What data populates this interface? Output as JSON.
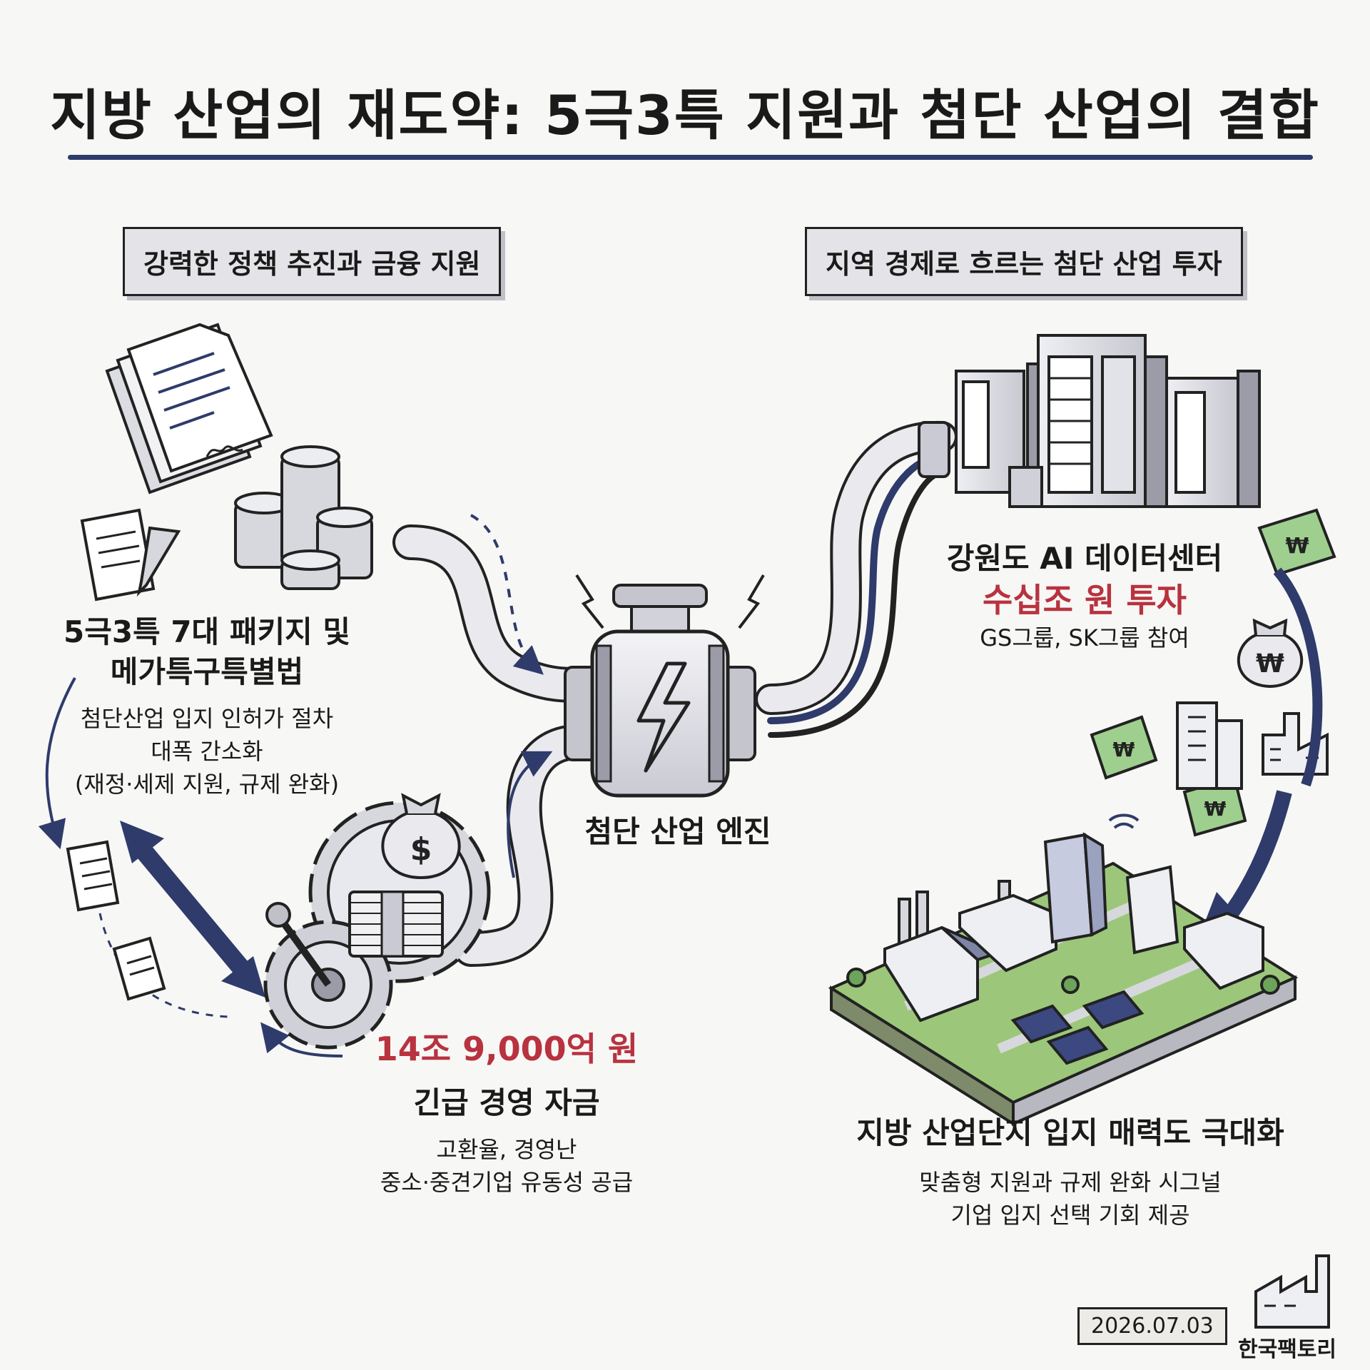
{
  "title": "지방 산업의 재도약: 5극3특 지원과 첨단 산업의 결합",
  "sections": {
    "left": "강력한 정책 추진과 금융 지원",
    "right": "지역 경제로 흐르는 첨단 산업 투자"
  },
  "policy": {
    "title_line1": "5극3특 7대 패키지 및",
    "title_line2": "메가특구특별법",
    "desc_line1": "첨단산업 입지 인허가 절차",
    "desc_line2": "대폭 간소화",
    "desc_line3": "(재정·세제 지원, 규제 완화)"
  },
  "funding": {
    "amount": "14조 9,000억 원",
    "title": "긴급 경영 자금",
    "desc_line1": "고환율, 경영난",
    "desc_line2": "중소·중견기업 유동성 공급"
  },
  "engine": {
    "label": "첨단 산업 엔진"
  },
  "datacenter": {
    "title": "강원도 AI 데이터센터",
    "investment": "수십조 원 투자",
    "participants": "GS그룹, SK그룹 참여"
  },
  "industrial": {
    "title": "지방 산업단지 입지 매력도 극대화",
    "desc_line1": "맞춤형 지원과 규제 완화 시그널",
    "desc_line2": "기업 입지 선택 기회 제공"
  },
  "icons": {
    "money_bag_symbol": "$",
    "won_symbol": "₩"
  },
  "footer": {
    "date": "2026.07.03",
    "brand": "한국팩토리"
  },
  "colors": {
    "accent_navy": "#2e3b6b",
    "highlight_red": "#b8323f",
    "money_green": "#9fcf8f",
    "grass_green": "#9cc77a"
  }
}
